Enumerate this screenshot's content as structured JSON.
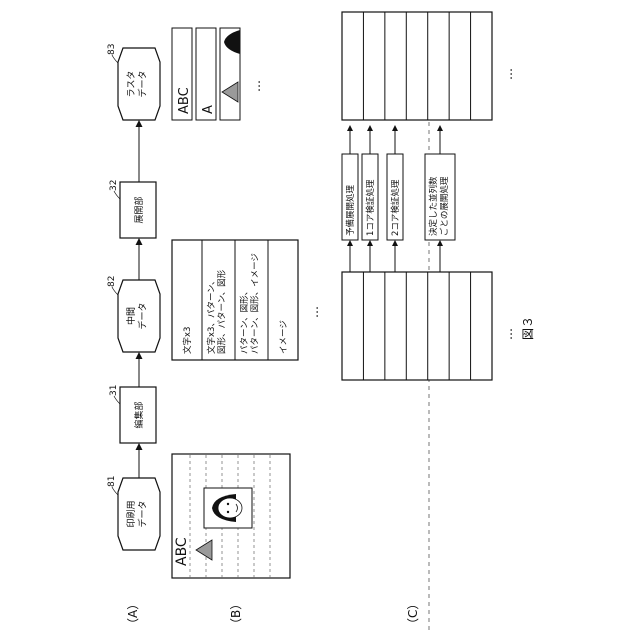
{
  "figure_label": "図３",
  "section_labels": {
    "a": "（A）",
    "b": "（B）",
    "c": "（C）"
  },
  "flow": {
    "print_data": {
      "label": "印刷用\nデータ",
      "ref": "81"
    },
    "editor": {
      "label": "編集部",
      "ref": "31"
    },
    "intermediate_data": {
      "label": "中間\nデータ",
      "ref": "82"
    },
    "expander": {
      "label": "展開部",
      "ref": "32"
    },
    "raster_data": {
      "label": "ラスタ\nデータ",
      "ref": "83"
    }
  },
  "page_text": "ABC",
  "ellipsis": "…",
  "object_table": {
    "rows": [
      "文字x3",
      "文字x3、パターン、\n図形、パターン、図形",
      "パターン、図形、\nパターン、図形、イメージ",
      "イメージ"
    ]
  },
  "raster_cell_text": {
    "upper": "ABC",
    "lower": "A"
  },
  "processes": [
    "予備展開処理",
    "1コア検証処理",
    "2コア検証処理",
    "決定した並列数\nごとの展開処理"
  ],
  "colors": {
    "line": "#111111",
    "dash": "#555555",
    "shape_fill": "#9a9a9a"
  }
}
